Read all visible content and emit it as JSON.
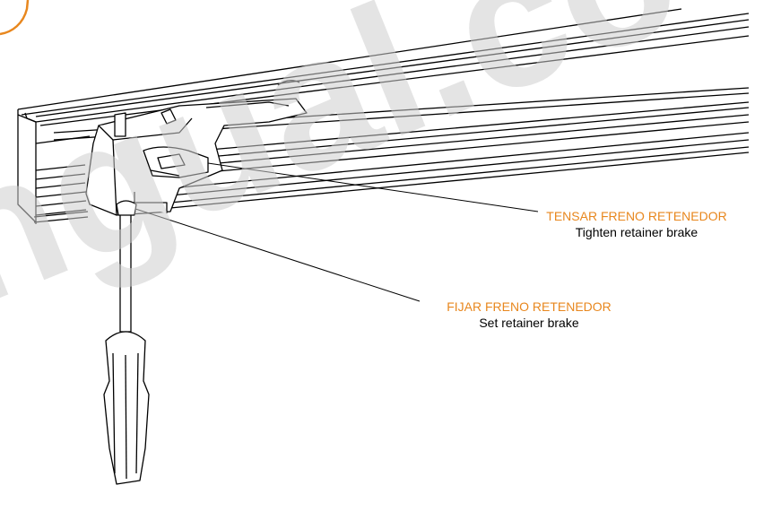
{
  "labels": {
    "tighten": {
      "es": "TENSAR FRENO RETENEDOR",
      "en": "Tighten retainer brake"
    },
    "set": {
      "es": "FIJAR FRENO RETENEDOR",
      "en": "Set retainer brake"
    }
  },
  "watermark": {
    "text": "ngual.co"
  },
  "colors": {
    "accent": "#e8871e",
    "line": "#000000",
    "watermark": "#cdcdcd"
  }
}
